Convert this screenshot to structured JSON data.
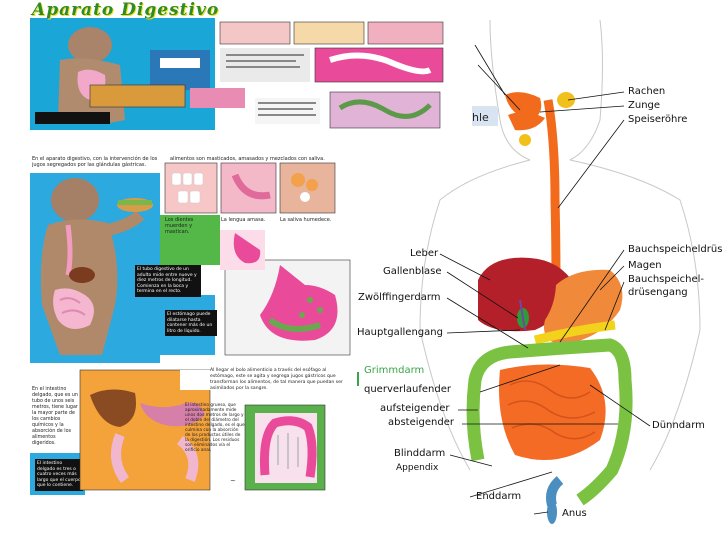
{
  "top_poster": {
    "title": "Aparato Digestivo"
  },
  "middle_poster": {
    "intro_text": "En el aparato digestivo, con la intervención de los jugos segregados por las glándulas gástricas.",
    "mouth_text": "alimentos son masticados, amasados y mezclados con saliva.",
    "cap_teeth": "Los dientes muerden y mastican.",
    "cap_tongue": "La lengua amasa.",
    "cap_saliva": "La saliva humedece.",
    "tube_text": "El tubo digestivo de un adulto mide entre nueve y diez metros de longitud. Comienza en la boca y termina en el recto.",
    "stomach_text": "El estómago puede dilatarse hasta contener más de un litro de líquido."
  },
  "bottom_poster": {
    "intestine_text": "En el intestino delgado, que es un tubo de unos seis metros, tiene lugar la mayor parte de los cambios químicos y la absorción de los alimentos digeridos.",
    "blood_text": "El intestino delgado es tres o cuatro veces más largo que el cuerpo que lo contiene.",
    "bolus_text": "Al llegar el bolo alimenticio a través del esófago al estómago, este se agita y segrega jugos gástricos que transforman los alimentos, de tal manera que puedan ser asimilados por la sangre.",
    "large_intestine_text": "El intestino grueso, que aproximadamente mide unos dos metros de largo y el doble del diámetro del intestino delgado, es el que culmina con la absorción de los productos útiles de la digestión. Los residuos son eliminados vía el orificio anal."
  },
  "diagram_labels": {
    "partial_left": "hle",
    "rachen": "Rachen",
    "zunge": "Zunge",
    "speiseroehre": "Speiseröhre",
    "bauchspeicheldruese_cut": "Bauchspeicheldrüs",
    "leber": "Leber",
    "magen": "Magen",
    "gallenblase": "Gallenblase",
    "bauchspeichel_1": "Bauchspeichel-",
    "bauchspeichel_2": "drüsengang",
    "zwoelffingerdarm": "Zwölffingerdarm",
    "hauptgallengang": "Hauptgallengang",
    "grimmdarm": "Grimmdarm",
    "querverlaufender": "querverlaufender",
    "aufsteigender": "aufsteigender",
    "absteigender": "absteigender",
    "duenndarm": "Dünndarm",
    "blinddarm": "Blinddarm",
    "appendix": "Appendix",
    "enddarm": "Enddarm",
    "anus": "Anus"
  },
  "colors": {
    "esophagus": "#f26b1d",
    "liver": "#b3202a",
    "stomach": "#f08a3a",
    "gallbladder": "#2f9a3a",
    "colon": "#7cc242",
    "small_intestine": "#f36b24",
    "pancreas": "#f2d21b",
    "grimmdarm_label": "#3aa64a",
    "anus": "#4a8fc0"
  }
}
